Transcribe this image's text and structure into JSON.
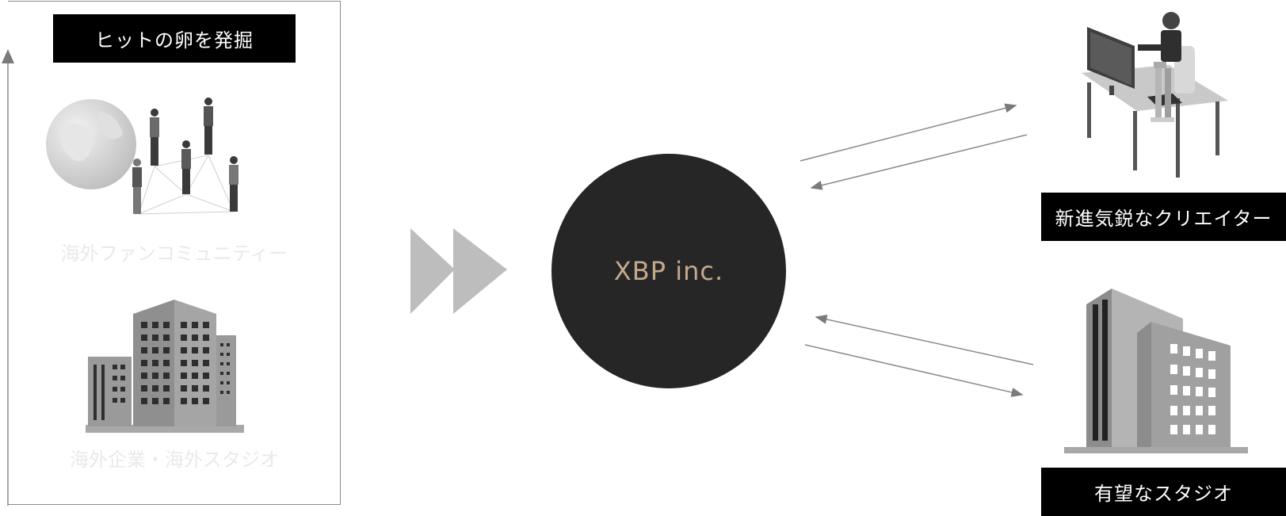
{
  "left_panel": {
    "title": "ヒットの卵を発掘",
    "fan_community_label": "海外ファンコミュニティー",
    "foreign_companies_label": "海外企業・海外スタジオ"
  },
  "center": {
    "company_name": "XBP inc."
  },
  "right_panel": {
    "creator_label": "新進気鋭なクリエイター",
    "studio_label": "有望なスタジオ"
  },
  "icons": [
    "globe-icon",
    "people-network-icon",
    "office-buildings-icon",
    "fast-forward-icon",
    "creator-at-desk-icon",
    "studio-building-icon",
    "double-arrow-icon"
  ],
  "colors": {
    "label_background": "#000000",
    "label_text": "#ffffff",
    "circle": "#262626",
    "circle_text": "#c4a98b",
    "arrow": "#8a8a8a",
    "fast_forward": "#bdbdbd"
  }
}
